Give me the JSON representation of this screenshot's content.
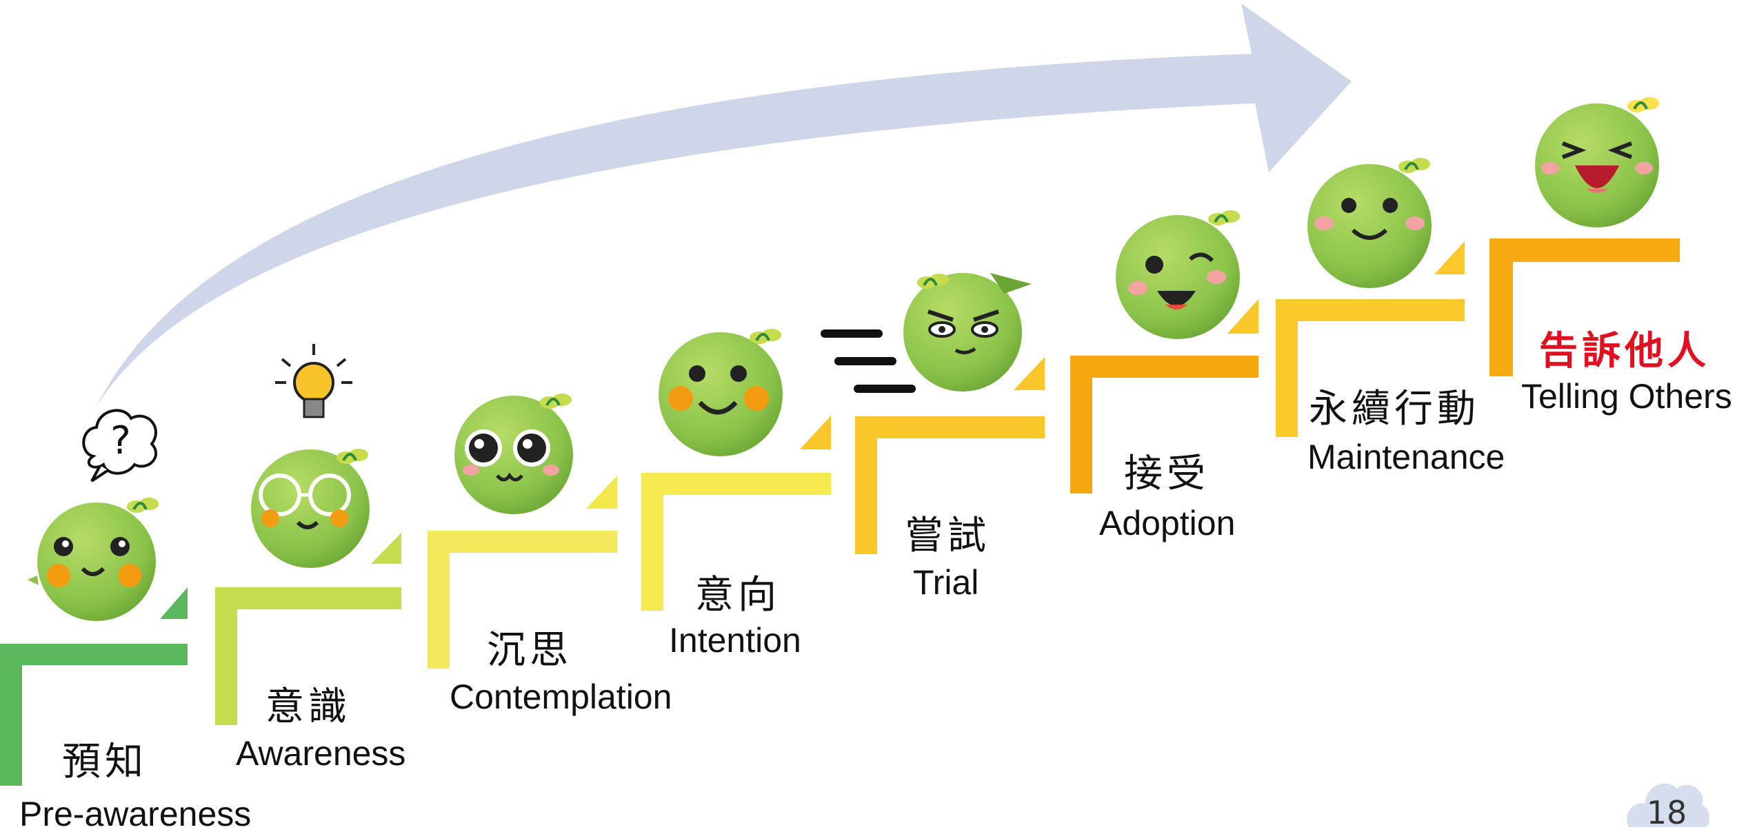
{
  "stages": [
    {
      "zh": "預知",
      "en": "Pre-awareness",
      "color": "#5cb85c"
    },
    {
      "zh": "意識",
      "en": "Awareness",
      "color": "#c6dc4c"
    },
    {
      "zh": "沉思",
      "en": "Contemplation",
      "color": "#f2ea5c"
    },
    {
      "zh": "意向",
      "en": "Intention",
      "color": "#f7ea50"
    },
    {
      "zh": "嘗試",
      "en": "Trial",
      "color": "#f9c72a"
    },
    {
      "zh": "接受",
      "en": "Adoption",
      "color": "#f6a70f"
    },
    {
      "zh": "永續行動",
      "en": "Maintenance",
      "color": "#fbc92c"
    },
    {
      "zh": "告訴他人",
      "en": "Telling Others",
      "color": "#f7a912"
    }
  ],
  "page_number": "18",
  "colors": {
    "arrow": "#d0d6ea",
    "mascot_body": "#8bc34a",
    "accent_red": "#e01020",
    "top_border": "#1aa692"
  },
  "icons": [
    "question-cloud-icon",
    "lightbulb-icon",
    "speed-lines-icon",
    "sprout-icon"
  ]
}
